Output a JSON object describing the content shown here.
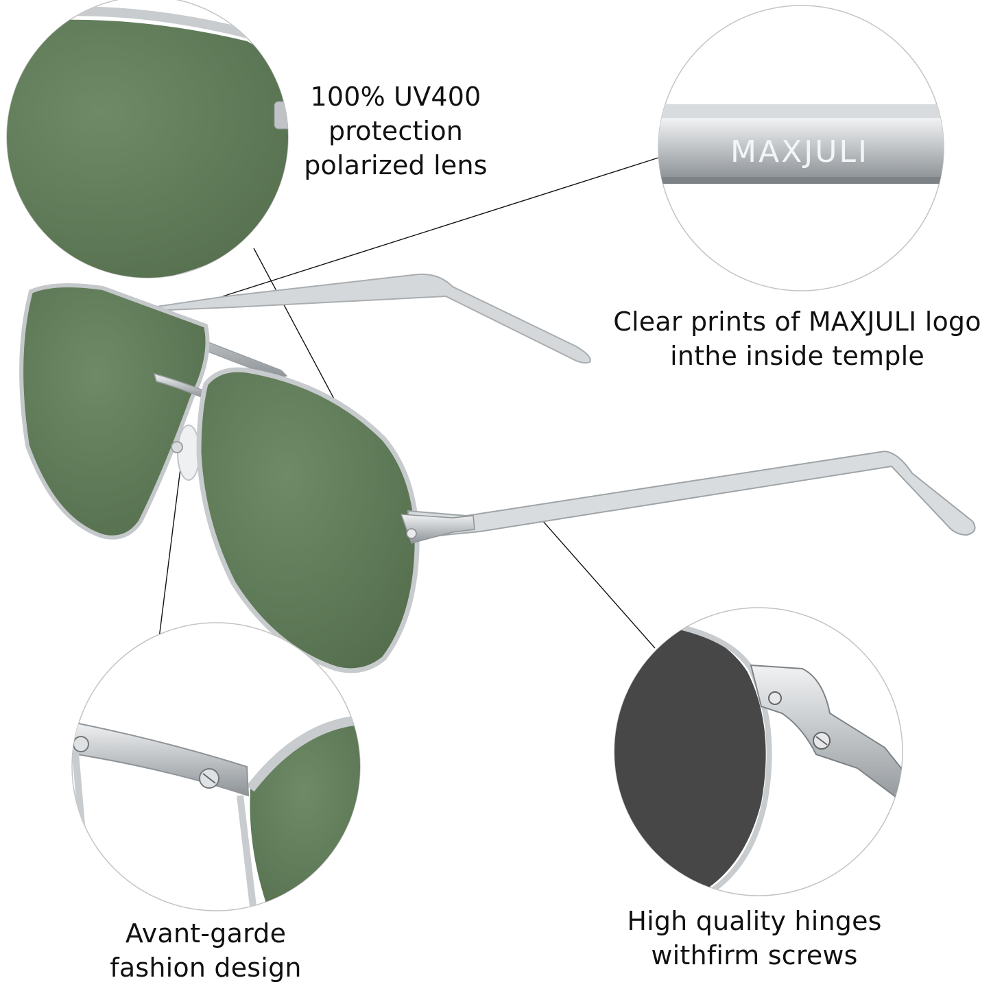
{
  "callouts": {
    "uv_lens": {
      "lines": [
        "100% UV400",
        "protection",
        "polarized lens"
      ]
    },
    "logo": {
      "lines": [
        "Clear prints of MAXJULI logo",
        "inthe inside temple"
      ],
      "temple_print": "MAXJULI"
    },
    "bridge": {
      "lines": [
        "Avant-garde",
        "fashion design"
      ]
    },
    "hinge": {
      "lines": [
        "High quality hinges",
        "withfirm screws"
      ]
    }
  },
  "colors": {
    "lens_green": "#5f7a57",
    "lens_dark": "#474747",
    "frame_silver": "#c9ccce",
    "background": "#ffffff",
    "text": "#111111"
  }
}
